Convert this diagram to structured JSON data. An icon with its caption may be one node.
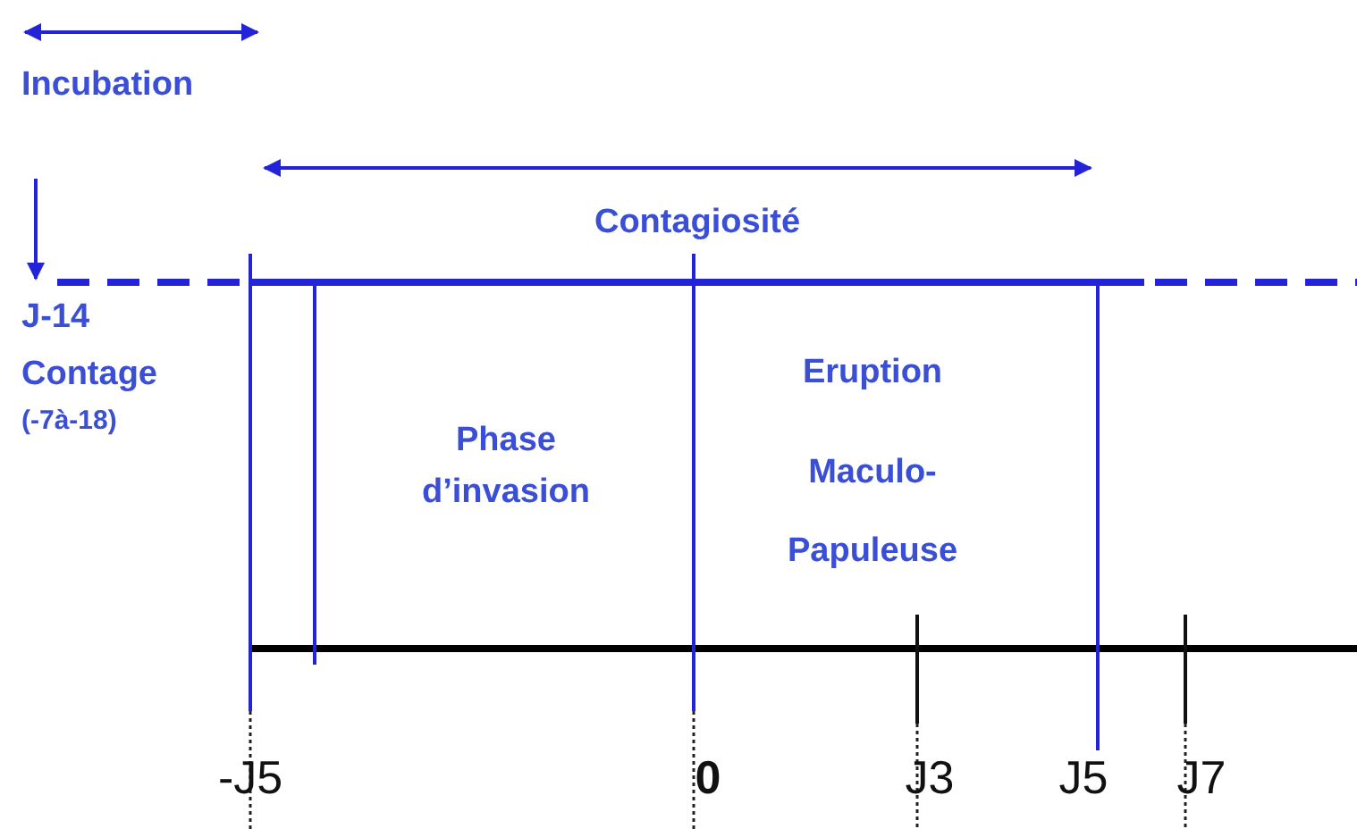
{
  "diagram": {
    "labels": [
      "Incubation",
      "Contagiosité",
      "J-14",
      "Contage",
      "(-7à-18)",
      "Phase d’invasion",
      "Eruption",
      "Maculo- Papuleuse",
      "-J5",
      "0",
      "J3",
      "J5",
      "J7"
    ]
  }
}
